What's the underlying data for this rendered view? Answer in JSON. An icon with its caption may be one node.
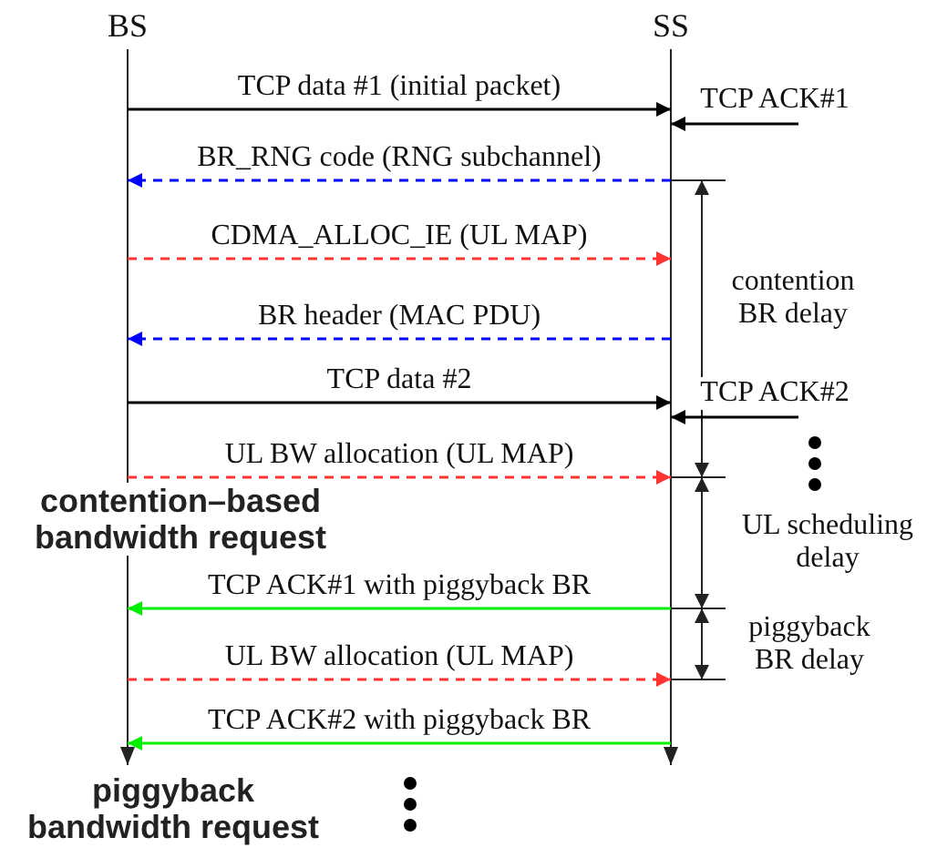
{
  "diagram": {
    "nodes": [
      {
        "text": [
          "BS"
        ]
      },
      {
        "text": [
          "SS"
        ]
      }
    ],
    "edges": [
      {
        "from": 0,
        "to": 1,
        "arrow": "to",
        "label": "TCP data #1 (initial packet)"
      },
      {
        "from": null,
        "to": 1,
        "arrow": "to",
        "label": "TCP ACK#1"
      },
      {
        "from": 1,
        "to": 0,
        "arrow": "to",
        "label": "BR_RNG code (RNG subchannel)",
        "style": "dashed",
        "color": "#0000ff"
      },
      {
        "from": 0,
        "to": 1,
        "arrow": "to",
        "label": "CDMA_ALLOC_IE (UL MAP)",
        "style": "dashed",
        "color": "#ff3333"
      },
      {
        "from": 1,
        "to": 0,
        "arrow": "to",
        "label": "BR header (MAC PDU)",
        "style": "dashed",
        "color": "#0000ff"
      },
      {
        "from": 0,
        "to": 1,
        "arrow": "to",
        "label": "TCP data #2"
      },
      {
        "from": null,
        "to": 1,
        "arrow": "to",
        "label": "TCP ACK#2"
      },
      {
        "from": 0,
        "to": 1,
        "arrow": "to",
        "label": "UL BW allocation (UL MAP)",
        "style": "dashed",
        "color": "#ff3333"
      },
      {
        "from": 1,
        "to": 0,
        "arrow": "to",
        "label": "TCP ACK#1 with piggyback BR",
        "color": "#00ee00"
      },
      {
        "from": 0,
        "to": 1,
        "arrow": "to",
        "label": "UL BW allocation (UL MAP)",
        "style": "dashed",
        "color": "#ff3333"
      },
      {
        "from": 1,
        "to": 0,
        "arrow": "to",
        "label": "TCP ACK#2 with piggyback BR",
        "color": "#00ee00"
      }
    ],
    "labels": [
      "contention BR delay",
      "UL scheduling delay",
      "contention–based bandwidth request",
      "piggyback BR delay",
      "piggyback bandwidth request"
    ]
  }
}
